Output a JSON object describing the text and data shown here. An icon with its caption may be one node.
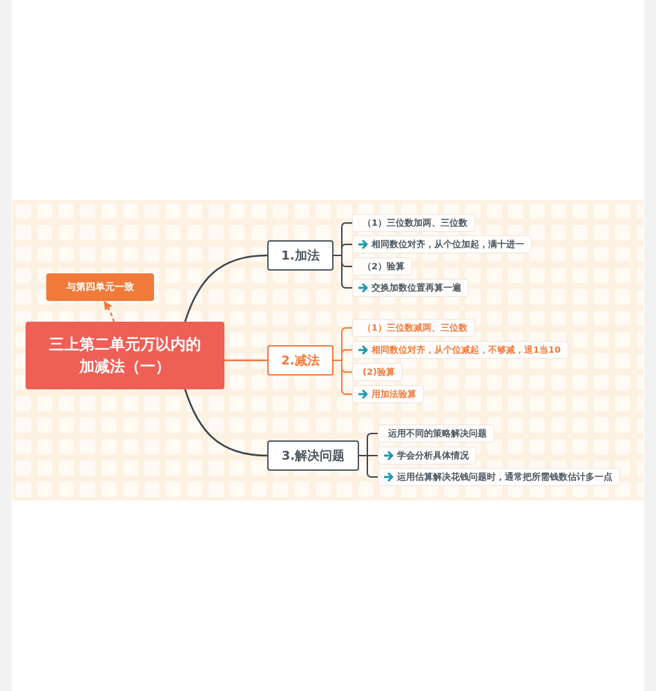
{
  "diagram": {
    "nodes": [
      {
        "text": [
          "三上第二单元万以内的加减法（一）"
        ]
      },
      {
        "text": [
          "与第四单元一致"
        ]
      },
      {
        "text": [
          "1.加法"
        ]
      },
      {
        "text": [
          "2.减法"
        ]
      },
      {
        "text": [
          "3.解决问题"
        ]
      },
      {
        "text": [
          "（1）三位数加两、三位数"
        ]
      },
      {
        "text": [
          "相同数位对齐，从个位加起，满十进一"
        ]
      },
      {
        "text": [
          "（2）验算"
        ]
      },
      {
        "text": [
          "交换加数位置再算一遍"
        ]
      },
      {
        "text": [
          "（1）三位数减两、三位数"
        ]
      },
      {
        "text": [
          "相同数位对齐，从个位减起，不够减，退1当10"
        ]
      },
      {
        "text": [
          "(2)验算"
        ]
      },
      {
        "text": [
          "用加法验算"
        ]
      },
      {
        "text": [
          "运用不同的策略解决问题"
        ]
      },
      {
        "text": [
          "学会分析具体情况"
        ]
      },
      {
        "text": [
          "运用估算解决花钱问题时，通常把所需钱数估计多一点"
        ]
      }
    ],
    "edges": [
      {
        "from": 0,
        "to": 1,
        "arrow": "to",
        "style": "dashed",
        "color": "#f07a3a"
      },
      {
        "from": 0,
        "to": 2,
        "arrow": "none"
      },
      {
        "from": 0,
        "to": 3,
        "arrow": "none",
        "color": "#f07a3a"
      },
      {
        "from": 0,
        "to": 4,
        "arrow": "none"
      },
      {
        "from": 2,
        "to": 5,
        "arrow": "none"
      },
      {
        "from": 2,
        "to": 6,
        "arrow": "none"
      },
      {
        "from": 2,
        "to": 7,
        "arrow": "none"
      },
      {
        "from": 2,
        "to": 8,
        "arrow": "none"
      },
      {
        "from": 3,
        "to": 9,
        "arrow": "none",
        "color": "#f07a3a"
      },
      {
        "from": 3,
        "to": 10,
        "arrow": "none",
        "color": "#f07a3a"
      },
      {
        "from": 3,
        "to": 11,
        "arrow": "none",
        "color": "#f07a3a"
      },
      {
        "from": 3,
        "to": 12,
        "arrow": "none",
        "color": "#f07a3a"
      },
      {
        "from": 4,
        "to": 13,
        "arrow": "none"
      },
      {
        "from": 4,
        "to": 14,
        "arrow": "none"
      },
      {
        "from": 4,
        "to": 15,
        "arrow": "none"
      }
    ]
  }
}
